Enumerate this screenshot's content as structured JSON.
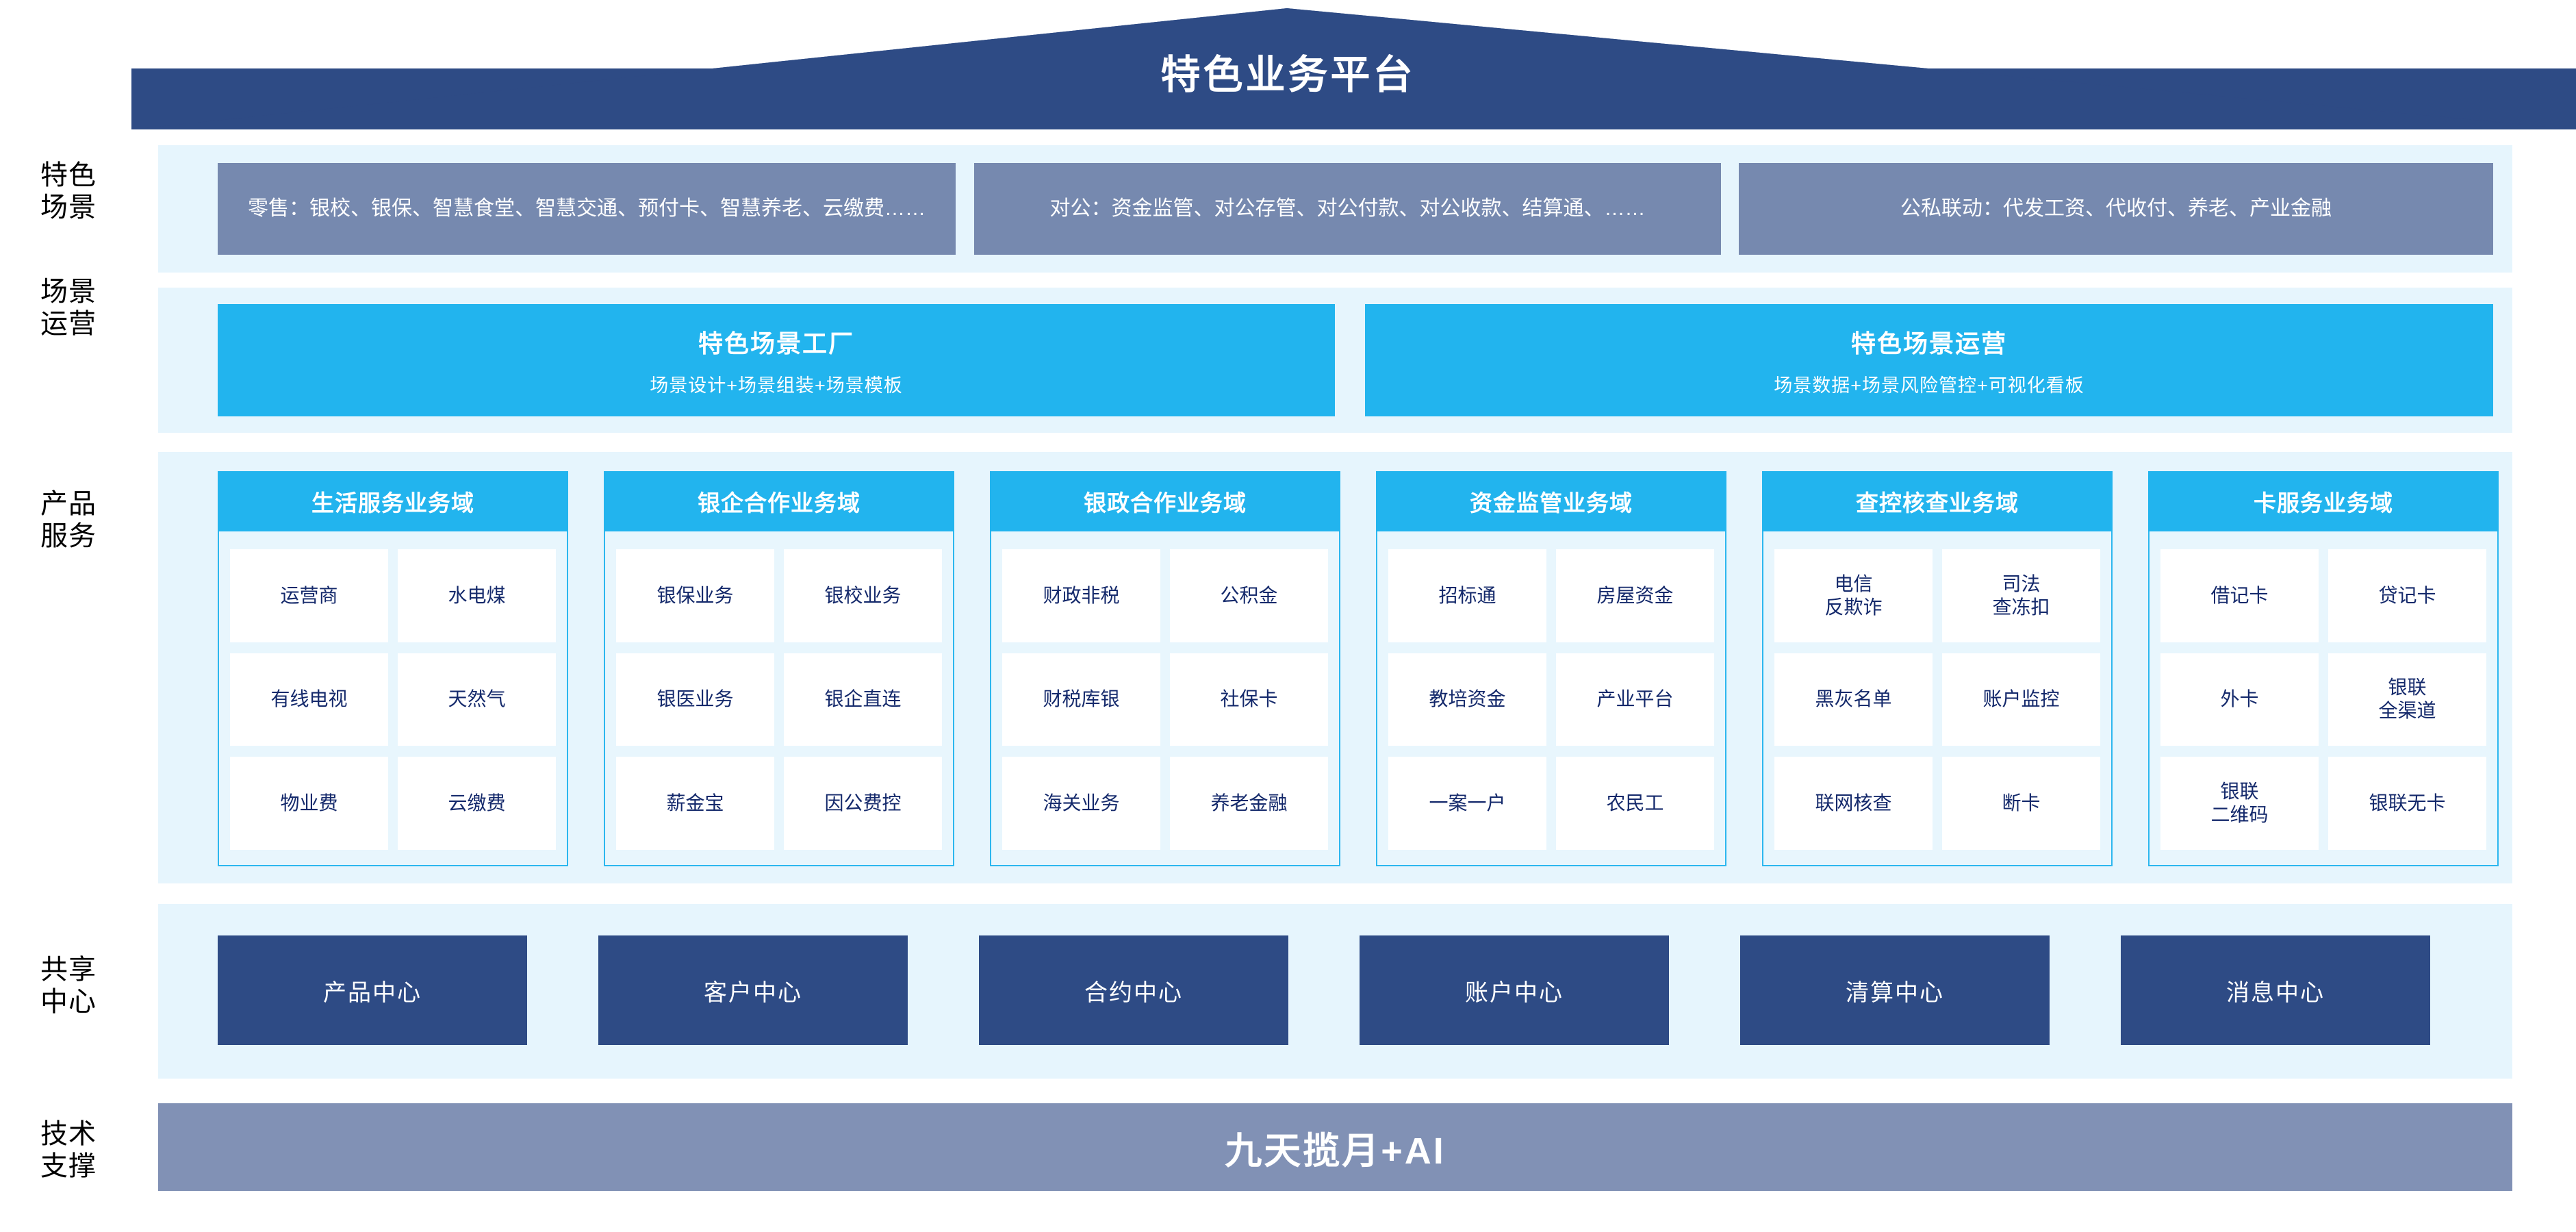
{
  "header": {
    "title": "特色业务平台",
    "roof_color": "#2E4B85"
  },
  "row_labels": [
    {
      "line1": "特色",
      "line2": "场景"
    },
    {
      "line1": "场景",
      "line2": "运营"
    },
    {
      "line1": "产品",
      "line2": "服务"
    },
    {
      "line1": "共享",
      "line2": "中心"
    },
    {
      "line1": "技术",
      "line2": "支撑"
    }
  ],
  "scenarios": {
    "box_color": "#7689AF",
    "items": [
      {
        "text": "零售：银校、银保、智慧食堂、智慧交通、预付卡、智慧养老、云缴费……"
      },
      {
        "text": "对公：资金监管、对公存管、对公付款、对公收款、结算通、……"
      },
      {
        "text": "公私联动：代发工资、代收付、养老、产业金融"
      }
    ]
  },
  "operations": {
    "box_color": "#22B4EE",
    "items": [
      {
        "title": "特色场景工厂",
        "subtitle": "场景设计+场景组装+场景模板"
      },
      {
        "title": "特色场景运营",
        "subtitle": "场景数据+场景风险管控+可视化看板"
      }
    ]
  },
  "products": {
    "header_color": "#22B4EE",
    "body_color": "#E8F6FD",
    "cell_color": "#FFFFFF",
    "text_color": "#14296B",
    "columns": [
      {
        "title": "生活服务业务域",
        "cells": [
          "运营商",
          "水电煤",
          "有线电视",
          "天然气",
          "物业费",
          "云缴费"
        ]
      },
      {
        "title": "银企合作业务域",
        "cells": [
          "银保业务",
          "银校业务",
          "银医业务",
          "银企直连",
          "薪金宝",
          "因公费控"
        ]
      },
      {
        "title": "银政合作业务域",
        "cells": [
          "财政非税",
          "公积金",
          "财税库银",
          "社保卡",
          "海关业务",
          "养老金融"
        ]
      },
      {
        "title": "资金监管业务域",
        "cells": [
          "招标通",
          "房屋资金",
          "教培资金",
          "产业平台",
          "一案一户",
          "农民工"
        ]
      },
      {
        "title": "查控核查业务域",
        "cells": [
          "电信\n反欺诈",
          "司法\n查冻扣",
          "黑灰名单",
          "账户监控",
          "联网核查",
          "断卡"
        ]
      },
      {
        "title": "卡服务业务域",
        "cells": [
          "借记卡",
          "贷记卡",
          "外卡",
          "银联\n全渠道",
          "银联\n二维码",
          "银联无卡"
        ]
      }
    ]
  },
  "shared_centers": {
    "box_color": "#2E4B85",
    "items": [
      "产品中心",
      "客户中心",
      "合约中心",
      "账户中心",
      "清算中心",
      "消息中心"
    ]
  },
  "tech_support": {
    "bar_color": "#8191B5",
    "text": "九天揽月+AI"
  }
}
